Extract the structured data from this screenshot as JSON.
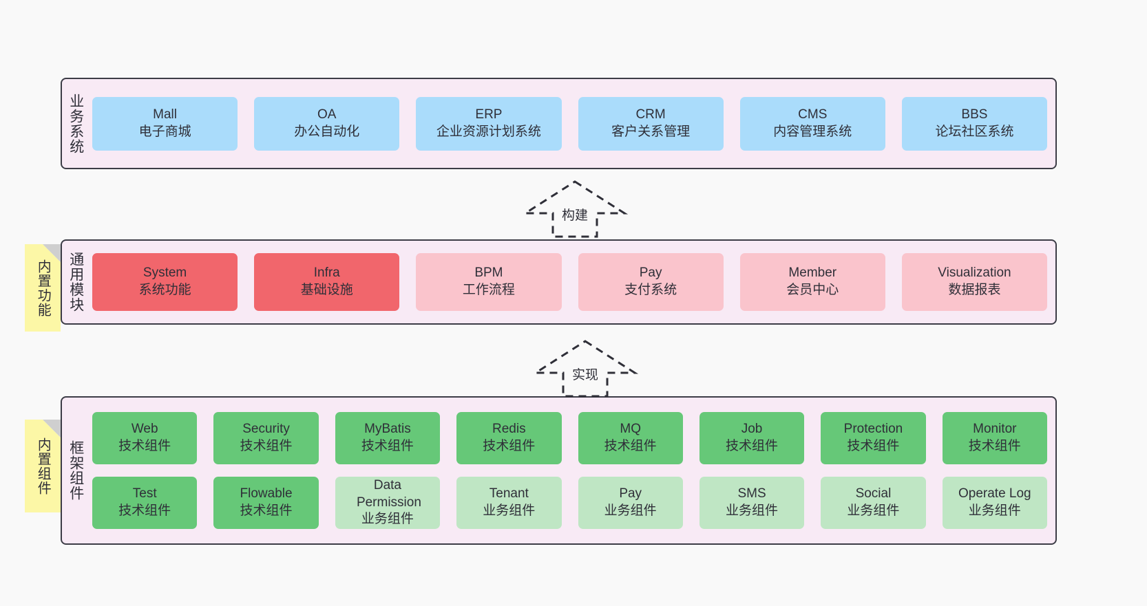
{
  "diagram": {
    "title": "ruoyi-vue-pro architecture layers",
    "background": "#f9f9f9",
    "panel_fill": "#f8eaf5",
    "panel_border": "#3c3c46"
  },
  "layers": [
    {
      "side_label": "业务系统",
      "rows": [
        {
          "kind": "biz",
          "cards": [
            {
              "title": "Mall",
              "subtitle": "电子商城",
              "color": "#aadcfb"
            },
            {
              "title": "OA",
              "subtitle": "办公自动化",
              "color": "#aadcfb"
            },
            {
              "title": "ERP",
              "subtitle": "企业资源计划系统",
              "color": "#aadcfb"
            },
            {
              "title": "CRM",
              "subtitle": "客户关系管理",
              "color": "#aadcfb"
            },
            {
              "title": "CMS",
              "subtitle": "内容管理系统",
              "color": "#aadcfb"
            },
            {
              "title": "BBS",
              "subtitle": "论坛社区系统",
              "color": "#aadcfb"
            }
          ]
        }
      ]
    },
    {
      "side_label": "通用模块",
      "note": "内置功能",
      "rows": [
        {
          "kind": "module",
          "cards": [
            {
              "title": "System",
              "subtitle": "系统功能",
              "color": "#f1666c"
            },
            {
              "title": "Infra",
              "subtitle": "基础设施",
              "color": "#f1666c"
            },
            {
              "title": "BPM",
              "subtitle": "工作流程",
              "color": "#fac4cc"
            },
            {
              "title": "Pay",
              "subtitle": "支付系统",
              "color": "#fac4cc"
            },
            {
              "title": "Member",
              "subtitle": "会员中心",
              "color": "#fac4cc"
            },
            {
              "title": "Visualization",
              "subtitle": "数据报表",
              "color": "#fac4cc"
            }
          ]
        }
      ]
    },
    {
      "side_label": "框架组件",
      "note": "内置组件",
      "rows": [
        {
          "kind": "tech",
          "cards": [
            {
              "title": "Web",
              "subtitle": "技术组件",
              "color": "#66c878"
            },
            {
              "title": "Security",
              "subtitle": "技术组件",
              "color": "#66c878"
            },
            {
              "title": "MyBatis",
              "subtitle": "技术组件",
              "color": "#66c878"
            },
            {
              "title": "Redis",
              "subtitle": "技术组件",
              "color": "#66c878"
            },
            {
              "title": "MQ",
              "subtitle": "技术组件",
              "color": "#66c878"
            },
            {
              "title": "Job",
              "subtitle": "技术组件",
              "color": "#66c878"
            },
            {
              "title": "Protection",
              "subtitle": "技术组件",
              "color": "#66c878"
            },
            {
              "title": "Monitor",
              "subtitle": "技术组件",
              "color": "#66c878"
            }
          ]
        },
        {
          "kind": "mixed",
          "cards": [
            {
              "title": "Test",
              "subtitle": "技术组件",
              "color": "#66c878"
            },
            {
              "title": "Flowable",
              "subtitle": "技术组件",
              "color": "#66c878"
            },
            {
              "title": "Data Permission",
              "subtitle": "业务组件",
              "color": "#bfe6c4"
            },
            {
              "title": "Tenant",
              "subtitle": "业务组件",
              "color": "#bfe6c4"
            },
            {
              "title": "Pay",
              "subtitle": "业务组件",
              "color": "#bfe6c4"
            },
            {
              "title": "SMS",
              "subtitle": "业务组件",
              "color": "#bfe6c4"
            },
            {
              "title": "Social",
              "subtitle": "业务组件",
              "color": "#bfe6c4"
            },
            {
              "title": "Operate Log",
              "subtitle": "业务组件",
              "color": "#bfe6c4"
            }
          ]
        }
      ]
    }
  ],
  "connectors": [
    {
      "label": "构建",
      "style": "dashed-hollow-arrow-up"
    },
    {
      "label": "实现",
      "style": "dashed-hollow-arrow-up"
    }
  ]
}
